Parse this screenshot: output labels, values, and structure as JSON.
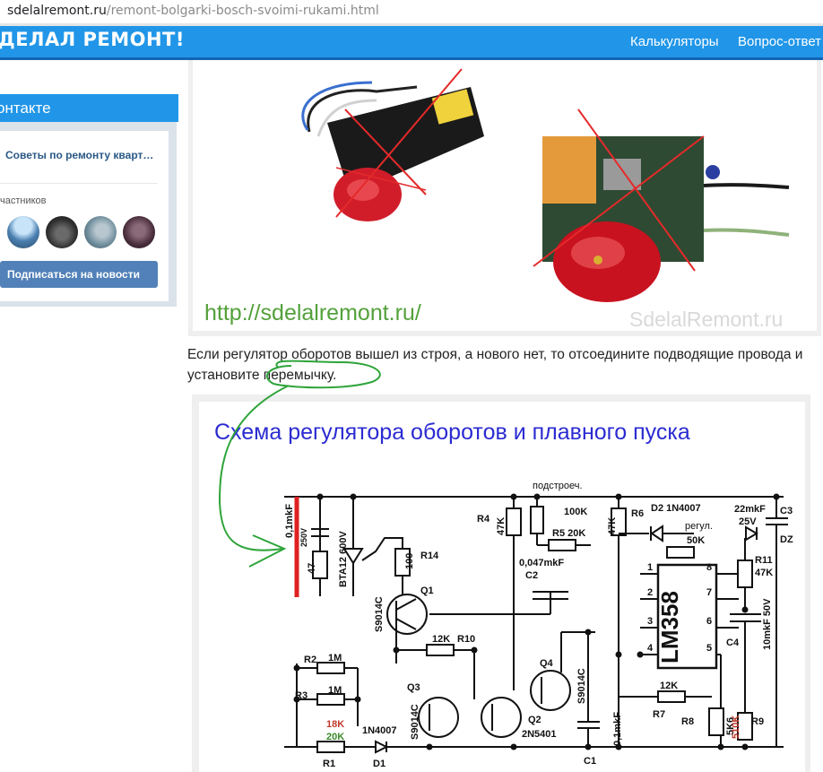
{
  "browser": {
    "url_domain": "sdelalremont.ru",
    "url_path": "/remont-bolgarki-bosch-svoimi-rukami.html"
  },
  "header": {
    "logo": "ДЕЛАЛ РЕМОНТ!",
    "nav": [
      "Калькуляторы",
      "Вопрос-ответ"
    ],
    "bg_color": "#2196e8"
  },
  "sidebar": {
    "title": "онтакте",
    "group_name": "Советы по ремонту кварт…",
    "members_label": "частников",
    "subscribe_button": "Подписаться на новости"
  },
  "photo1": {
    "url_text": "http://sdelalremont.ru/",
    "watermark": "SdelalRemont.ru"
  },
  "article": {
    "paragraph": "Если регулятор оборотов вышел из строя, а нового нет, то отсоедините подводящие провода и установите перемычку."
  },
  "schematic": {
    "title": "Схема регулятора оборотов и плавного пуска",
    "labels": {
      "c_top": "0,1mkF",
      "v250": "250V",
      "r47": "47",
      "triac": "BTA12 600V",
      "r14v": "100",
      "r14": "R14",
      "q1": "Q1",
      "s9014c_1": "S9014C",
      "r4": "R4",
      "r4v": "47K",
      "trim": "подстроеч.",
      "r5top": "100K",
      "r5": "R5 20K",
      "r6": "R6",
      "r6v": "47K",
      "d2": "D2 1N4007",
      "reg": "регул.",
      "reg50": "50K",
      "c3v": "22mkF",
      "c3v2": "25V",
      "c3": "C3",
      "dz": "DZ",
      "c2v": "0,047mkF",
      "c2": "C2",
      "r11": "R11",
      "r11v": "47K",
      "chip": "LM358",
      "p1": "1",
      "p2": "2",
      "p3": "3",
      "p4": "4",
      "p5": "5",
      "p6": "6",
      "p7": "7",
      "p8": "8",
      "c4v": "10mkF 50V",
      "c4": "C4",
      "r10v": "12K",
      "r10": "R10",
      "q4": "Q4",
      "s9014c_4": "S9014C",
      "r2": "R2",
      "r2v": "1M",
      "r3": "R3",
      "r3v": "1M",
      "r1a": "18K",
      "r1b": "20K",
      "r1": "R1",
      "d1v": "1N4007",
      "d1": "D1",
      "q3": "Q3",
      "s9014c_3": "S9014C",
      "q2": "Q2",
      "q2v": "2N5401",
      "c1v": "0,1mkF",
      "c1": "C1",
      "r7v": "12K",
      "r7": "R7",
      "r8": "R8",
      "r8v": "5K6",
      "r9": "R9",
      "r9v": "510K"
    }
  }
}
